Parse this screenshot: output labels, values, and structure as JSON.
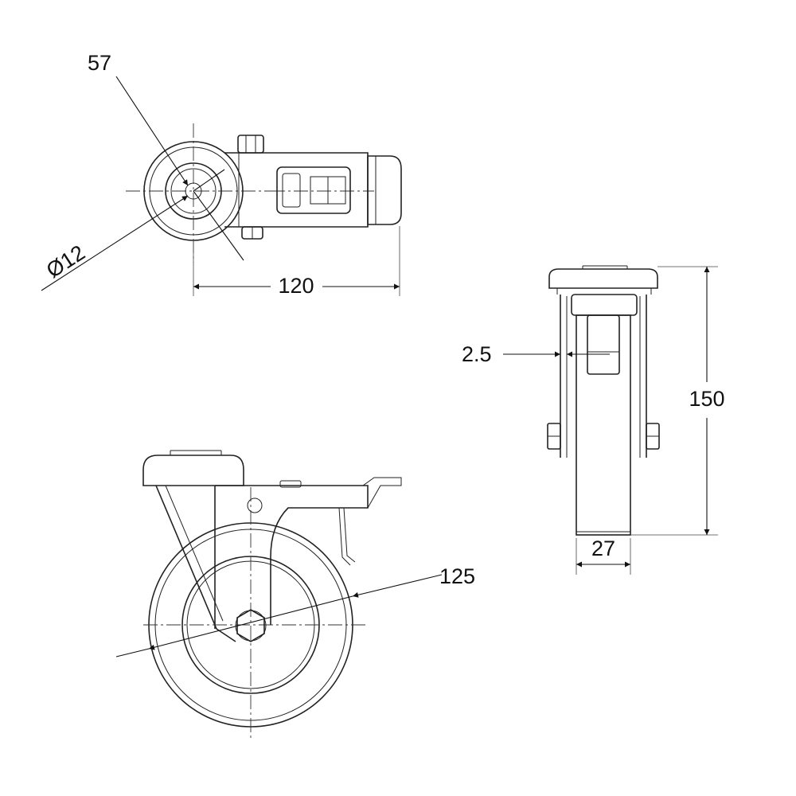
{
  "drawing": {
    "subject": "swivel castor with brake",
    "line_color": "#222222",
    "background": "#ffffff"
  },
  "dimensions": {
    "top_view_offset": "57",
    "bolt_hole_diameter": "Ø12",
    "overall_length": "120",
    "plate_clearance": "2.5",
    "overall_height": "150",
    "wheel_width": "27",
    "wheel_diameter": "125"
  }
}
